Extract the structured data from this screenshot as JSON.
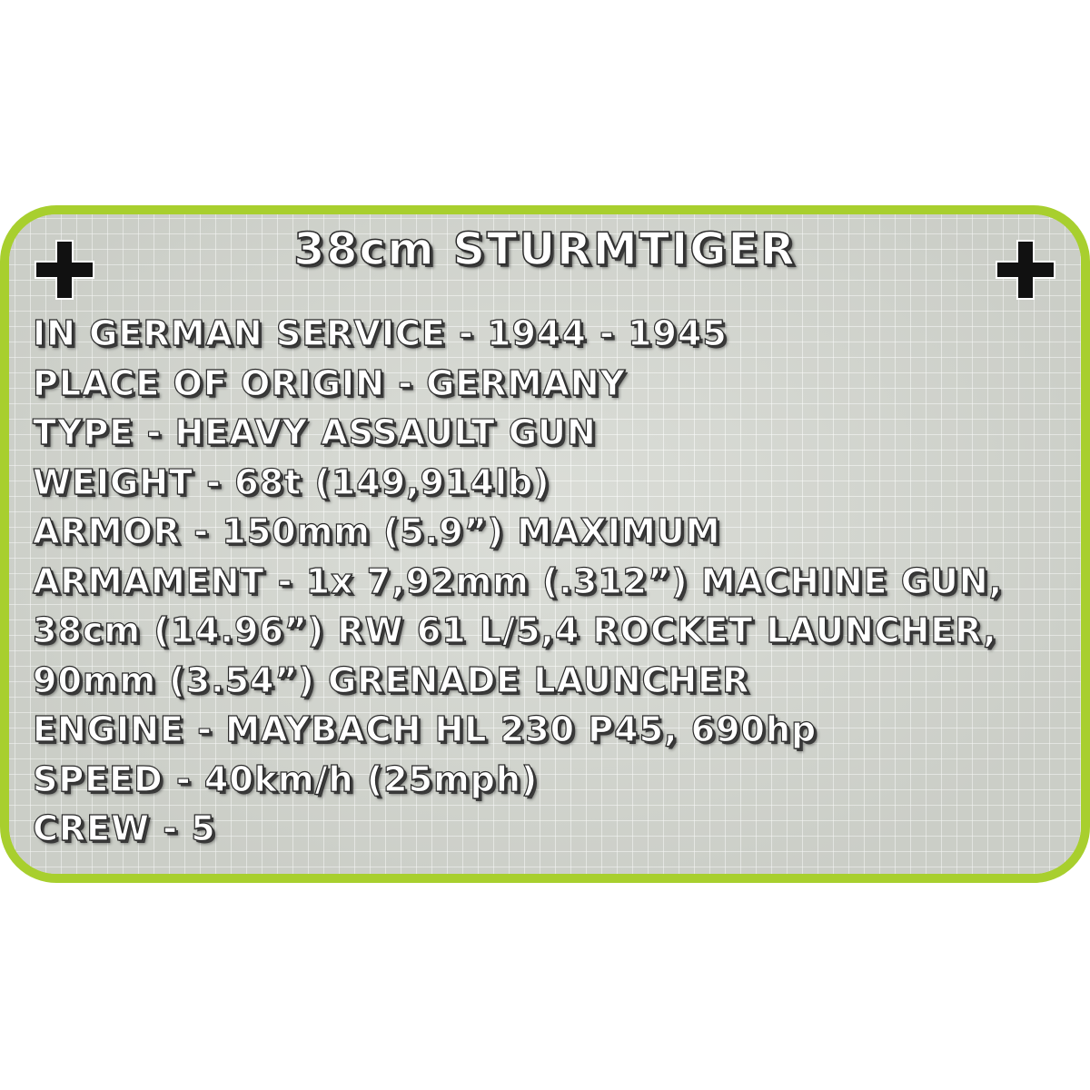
{
  "card": {
    "title": "38cm STURMTIGER",
    "border_color": "#a8cf2e",
    "background_color": "#d3d6cf",
    "icon_left": "iron-cross-icon",
    "icon_right": "iron-cross-icon",
    "lines": [
      "IN GERMAN SERVICE - 1944 - 1945",
      "PLACE OF ORIGIN - GERMANY",
      "TYPE - HEAVY ASSAULT GUN",
      "WEIGHT - 68t (149,914lb)",
      "ARMOR - 150mm (5.9”) MAXIMUM",
      "ARMAMENT - 1x 7,92mm (.312”) MACHINE GUN,",
      "38cm (14.96”) RW 61 L/5,4 ROCKET LAUNCHER,",
      "90mm (3.54”) GRENADE LAUNCHER",
      "ENGINE - MAYBACH HL 230 P45, 690hp",
      "SPEED - 40km/h (25mph)",
      "CREW - 5"
    ]
  }
}
